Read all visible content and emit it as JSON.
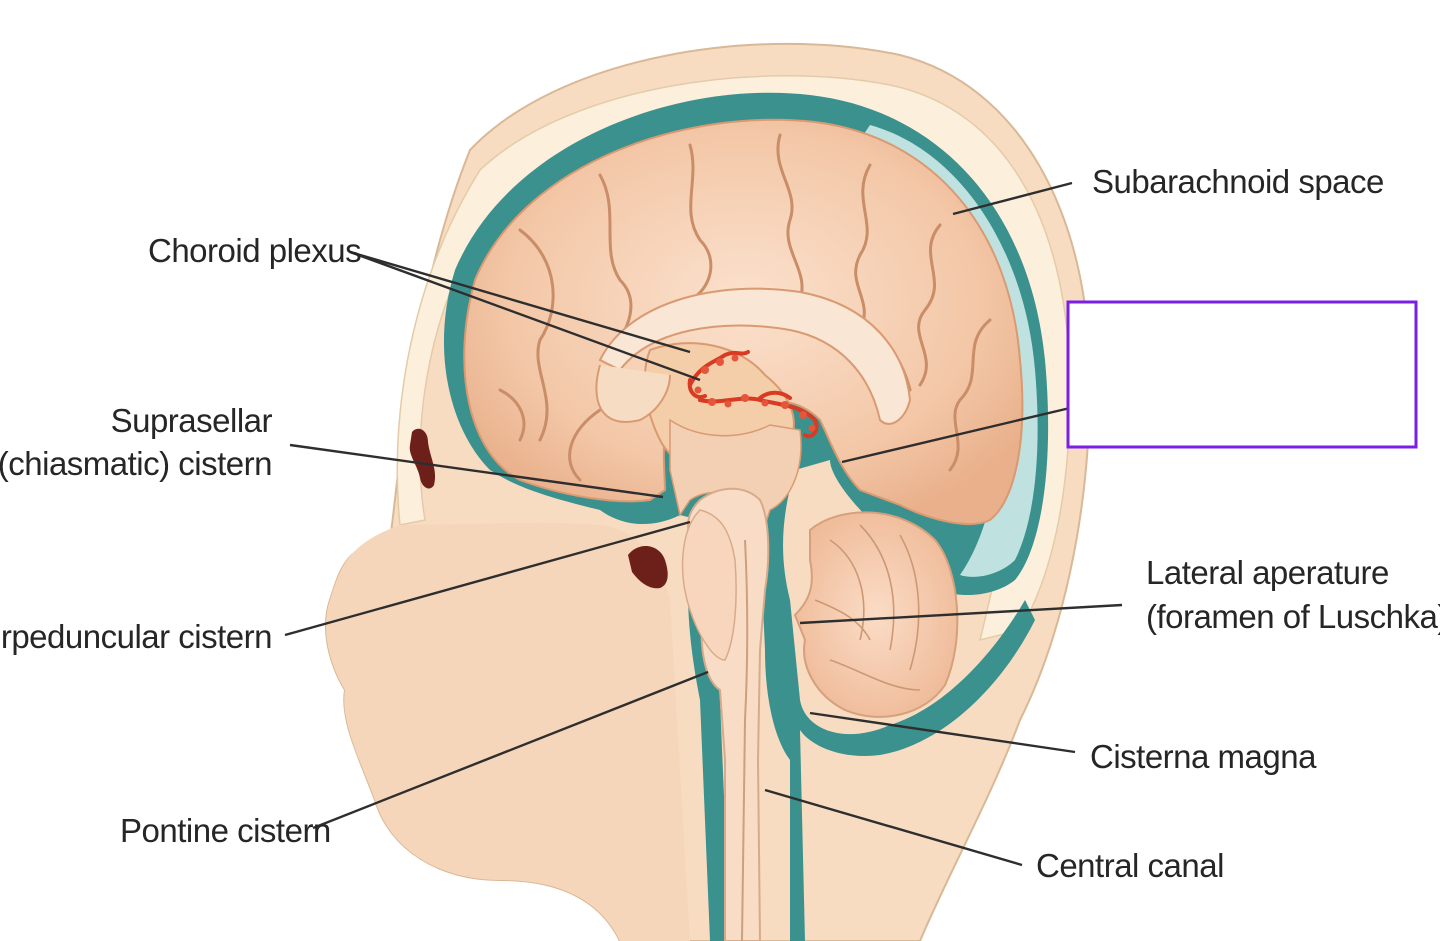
{
  "labels": {
    "choroid_plexus": "Choroid plexus",
    "subarachnoid_space": "Subarachnoid space",
    "suprasellar_line1": "Suprasellar",
    "suprasellar_line2": "(chiasmatic) cistern",
    "interpeduncular": "Interpeduncular cistern",
    "lateral_aperture_line1": "Lateral aperature",
    "lateral_aperture_line2": "(foramen of Luschka)",
    "cisterna_magna": "Cisterna magna",
    "pontine_cistern": "Pontine cistern",
    "central_canal": "Central canal"
  },
  "answer_box": {
    "text": ""
  },
  "colors": {
    "skin": "#f6dcc2",
    "skull": "#fbecd6",
    "csf_dark": "#3a8f8c",
    "csf_light": "#bfe0de",
    "brain": "#f2c3a2",
    "brain_fold": "#c9906c",
    "choroid": "#d83a22",
    "bone_marks": "#6b1f1a",
    "box_border": "#7a1fe8"
  }
}
